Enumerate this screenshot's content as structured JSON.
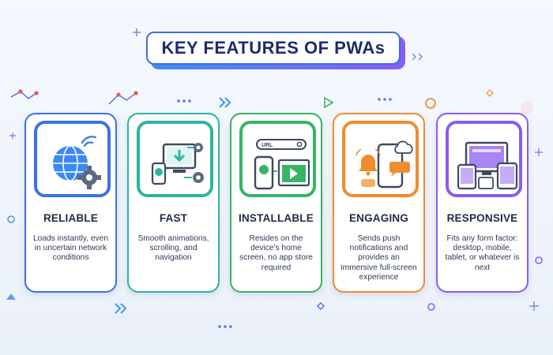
{
  "title": "KEY FEATURES OF PWAs",
  "colors": {
    "reliable": "#3a72e6",
    "fast": "#2bb5a0",
    "installable": "#36b566",
    "engaging": "#f08c2e",
    "responsive": "#8a5cf0",
    "title_text": "#1e2b6b"
  },
  "icon_labels": {
    "url": "URL"
  },
  "features": [
    {
      "title": "RELIABLE",
      "description": "Loads instantly, even in uncertain network conditions",
      "icon": "globe-gear-icon"
    },
    {
      "title": "FAST",
      "description": "Smooth animations, scrolling, and navigation",
      "icon": "download-gears-icon"
    },
    {
      "title": "INSTALLABLE",
      "description": "Resides on the device's home screen, no app store required",
      "icon": "phone-browser-icon"
    },
    {
      "title": "ENGAGING",
      "description": "Sends push notifications and provides an immersive full-screen experience",
      "icon": "bell-notification-icon"
    },
    {
      "title": "RESPONSIVE",
      "description": "Fits any form factor: desktop, mobile, tablet, or whatever is next",
      "icon": "multi-device-icon"
    }
  ]
}
